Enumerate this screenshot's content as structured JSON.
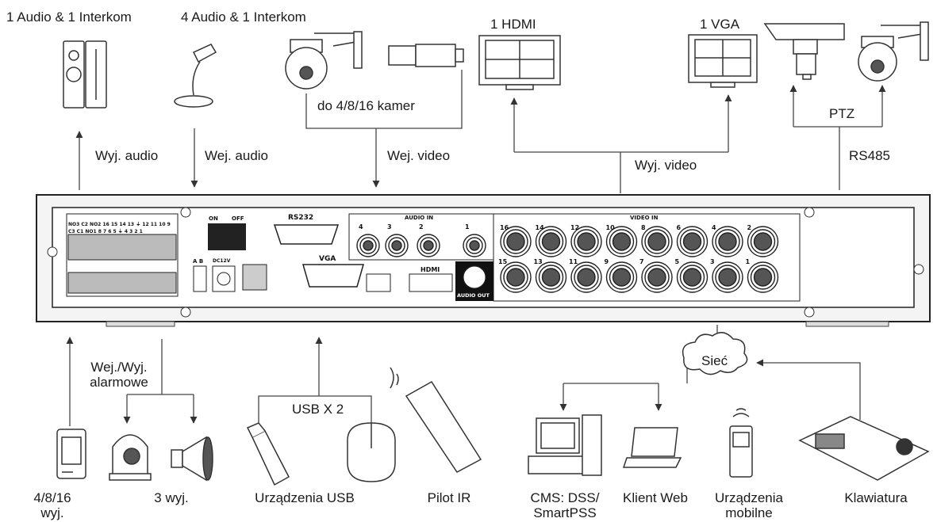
{
  "top_labels": {
    "audio_intercom_1": "1 Audio  & 1 Interkom",
    "audio_intercom_4": "4 Audio & 1 Interkom",
    "hdmi": "1 HDMI",
    "vga": "1 VGA",
    "cameras": "do 4/8/16 kamer",
    "ptz": "PTZ"
  },
  "flow_labels": {
    "audio_out": "Wyj. audio",
    "audio_in": "Wej. audio",
    "video_in": "Wej. video",
    "video_out": "Wyj. video",
    "rs485": "RS485",
    "alarm_line1": "Wej./Wyj.",
    "alarm_line2": "alarmowe",
    "usb": "USB X 2",
    "network": "Sieć"
  },
  "bottom_labels": {
    "alarm_inputs_line1": "4/8/16",
    "alarm_inputs_line2": "wyj.",
    "alarm_outputs": "3 wyj.",
    "usb_devices": "Urządzenia USB",
    "ir_remote": "Pilot IR",
    "cms_line1": "CMS: DSS/",
    "cms_line2": "SmartPSS",
    "web_client": "Klient Web",
    "mobile_line1": "Urządzenia",
    "mobile_line2": "mobilne",
    "keyboard": "Klawiatura"
  },
  "panel": {
    "rs232": "RS232",
    "vga": "VGA",
    "audio_in": "AUDIO IN",
    "video_in": "VIDEO IN",
    "audio_out": "AUDIO OUT",
    "hdmi": "HDMI",
    "on": "ON",
    "off": "OFF",
    "ab": "A B",
    "dc12v": "DC12V",
    "terminal_top": "NO3 C2 NO2  16  15  14  13  ⏚  12  11  10  9",
    "terminal_bottom": "C3  C1 NO1  8   7   6   5  ⏚   4   3   2   1",
    "audio_in_ports": [
      "4",
      "3",
      "2",
      "1"
    ],
    "video_top_row": [
      "16",
      "14",
      "12",
      "10",
      "8",
      "6",
      "4",
      "2"
    ],
    "video_bottom_row": [
      "15",
      "13",
      "11",
      "9",
      "7",
      "5",
      "3",
      "1"
    ]
  }
}
